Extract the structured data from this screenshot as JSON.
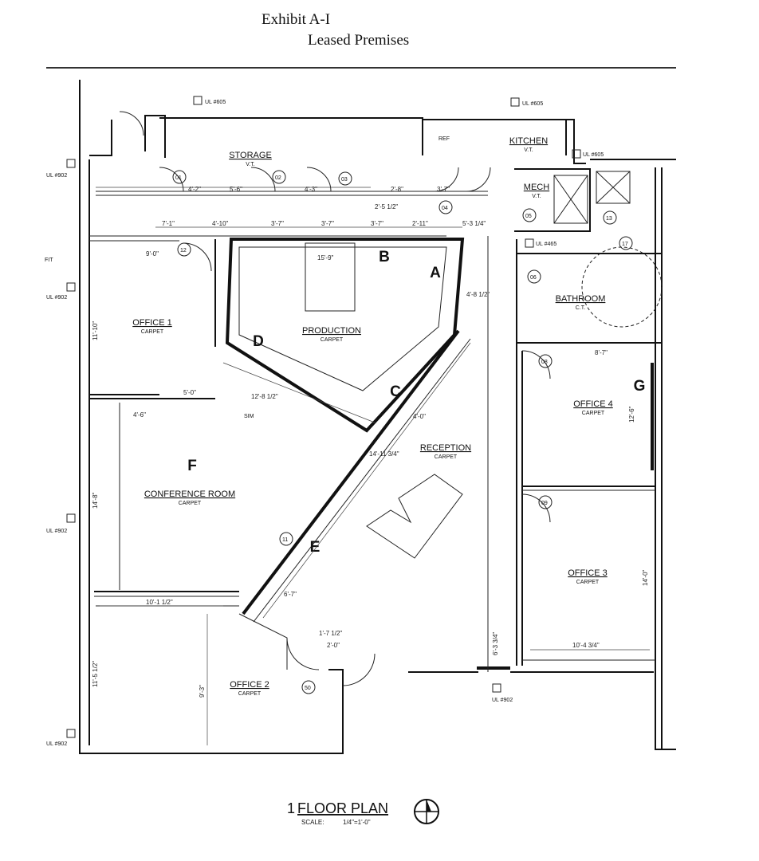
{
  "header": {
    "exhibit": "Exhibit A-I",
    "premises": "Leased Premises"
  },
  "rooms": {
    "storage": {
      "label": "STORAGE",
      "finish": "V.T."
    },
    "kitchen": {
      "label": "KITCHEN",
      "finish": "V.T."
    },
    "mech": {
      "label": "MECH",
      "finish": "V.T."
    },
    "production": {
      "label": "PRODUCTION",
      "finish": "CARPET"
    },
    "office1": {
      "label": "OFFICE 1",
      "finish": "CARPET"
    },
    "bathroom": {
      "label": "BATHROOM",
      "finish": "C.T."
    },
    "office4": {
      "label": "OFFICE 4",
      "finish": "CARPET"
    },
    "conference": {
      "label": "CONFERENCE ROOM",
      "finish": "CARPET"
    },
    "reception": {
      "label": "RECEPTION",
      "finish": "CARPET"
    },
    "office3": {
      "label": "OFFICE 3",
      "finish": "CARPET"
    },
    "office2": {
      "label": "OFFICE 2",
      "finish": "CARPET"
    }
  },
  "wall_letters": [
    "A",
    "B",
    "C",
    "D",
    "E",
    "F",
    "G"
  ],
  "tags": {
    "ul605": "UL #605",
    "ul465": "UL #465",
    "ul902": "UL #902",
    "ref": "REF",
    "sim": "SIM",
    "fit": "FIT"
  },
  "door_numbers": [
    "01",
    "02",
    "03",
    "04",
    "05",
    "06",
    "08",
    "09",
    "11",
    "12",
    "13",
    "17",
    "50"
  ],
  "dimensions": {
    "d_15_9": "15'-9\"",
    "d_9_0": "9'-0\"",
    "d_7_1": "7'-1\"",
    "d_4_10": "4'-10\"",
    "d_3_7a": "3'-7\"",
    "d_3_7b": "3'-7\"",
    "d_3_7c": "3'-7\"",
    "d_2_11": "2'-11\"",
    "d_4_2": "4'-2\"",
    "d_5_6": "5'-6\"",
    "d_4_3": "4'-3\"",
    "d_2_8": "2'-8\"",
    "d_3_7d": "3'-7\"",
    "d_2_5h": "2'-5 1/2\"",
    "d_5_3": "5'-3 1/4\"",
    "d_4_8h": "4'-8 1/2\"",
    "d_12_8h": "12'-8 1/2\"",
    "d_4_6": "4'-6\"",
    "d_5_0": "5'-0\"",
    "d_4_0": "4'-0\"",
    "d_14_11": "14'-11 3/4\"",
    "d_6_7": "6'-7\"",
    "d_10_1h": "10'-1 1/2\"",
    "d_10_4": "10'-4 3/4\"",
    "d_11_5": "11'-5 1/2\"",
    "d_11_10": "11'-10\"",
    "d_14_8": "14'-8\"",
    "d_9_3": "9'-3\"",
    "d_14_0": "14'-0\"",
    "d_6_3": "6'-3 3/4\"",
    "d_12_6": "12'-6\"",
    "d_8_7": "8'-7\"",
    "d_1_7": "1'-7 1/2\"",
    "d_2_0": "2'-0\""
  },
  "title_block": {
    "number": "1",
    "title": "FLOOR PLAN",
    "scale_label": "SCALE:",
    "scale_value": "1/4\"=1'-0\""
  }
}
